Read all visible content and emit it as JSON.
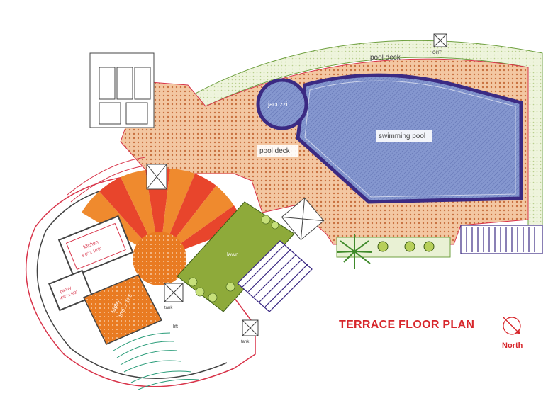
{
  "plan": {
    "title": "TERRACE FLOOR PLAN",
    "north_label": "North",
    "labels": {
      "pool_deck_top": "pool deck",
      "pool_deck_left": "pool deck",
      "swimming_pool": "swimming pool",
      "jacuzzi": "jacuzzi",
      "lawn": "lawn",
      "lobby": "lobby",
      "lobby_dim": "10'0\" x 12'5\"",
      "kitchen": "kitchen",
      "kitchen_dim": "8'0\" x 10'0\"",
      "pantry": "pantry",
      "pantry_dim": "4'6\" x 5'9\"",
      "lift": "lift",
      "tank_a": "tank",
      "tank_b": "tank",
      "overhead_tank": "OHT"
    }
  },
  "colors": {
    "deck": "#f3c7a2",
    "deck_dot": "#c8703f",
    "pool": "#7f8fc8",
    "pool_border": "#3b2a83",
    "lawn": "#8eaa3a",
    "orange": "#ef8a2e",
    "red": "#e8452c",
    "title": "#d7262b",
    "outline": "#d8344a",
    "green_band": "#e6efcf"
  }
}
